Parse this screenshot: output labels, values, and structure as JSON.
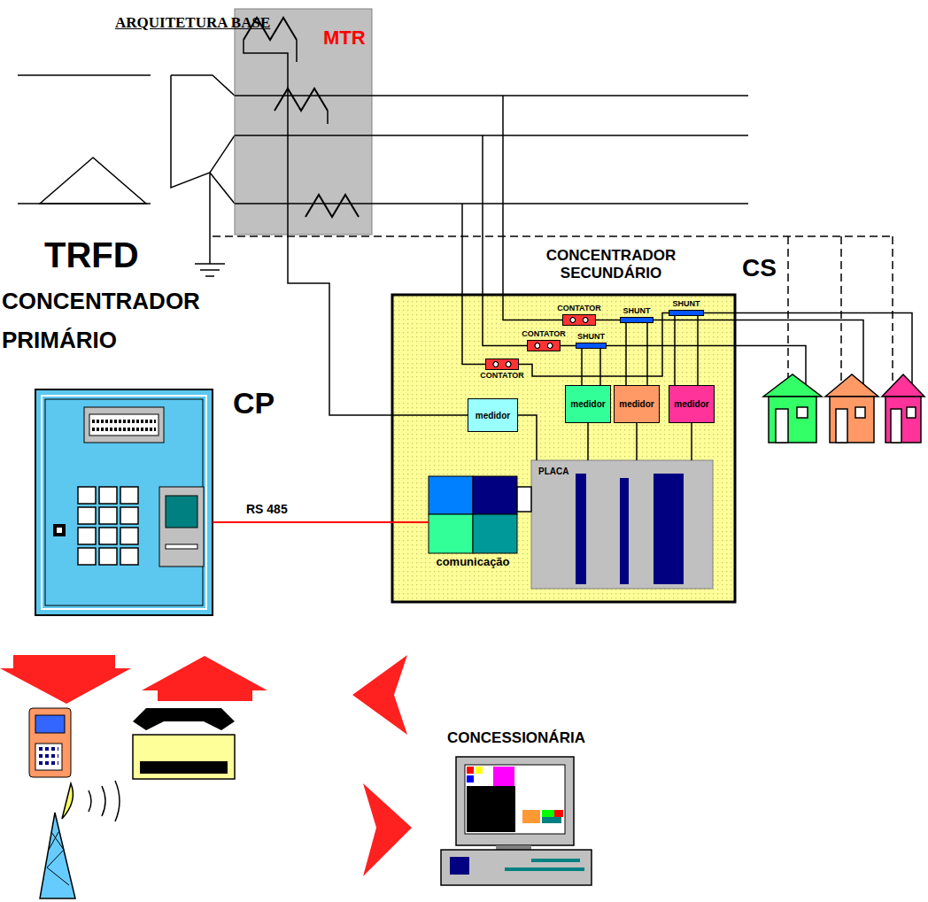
{
  "diagram": {
    "title": "ARQUITETURA BASE",
    "nodes": [
      {
        "text": [
          "MTR"
        ]
      },
      {
        "text": [
          "CONCENTRADOR PRIMÁRIO",
          "CP"
        ]
      },
      {
        "text": [
          "CONCENTRADOR SECUNDÁRIO",
          "CS"
        ]
      },
      {
        "text": [
          "CONTATOR"
        ],
        "in": 2
      },
      {
        "text": [
          "CONTATOR"
        ],
        "in": 2
      },
      {
        "text": [
          "CONTATOR"
        ],
        "in": 2
      },
      {
        "text": [
          "SHUNT"
        ],
        "in": 2
      },
      {
        "text": [
          "SHUNT"
        ],
        "in": 2
      },
      {
        "text": [
          "SHUNT"
        ],
        "in": 2
      },
      {
        "text": [
          "medidor"
        ],
        "in": 2
      },
      {
        "text": [
          "medidor"
        ],
        "in": 2
      },
      {
        "text": [
          "medidor"
        ],
        "in": 2
      },
      {
        "text": [
          "medidor"
        ],
        "in": 2
      },
      {
        "text": [
          "comunicação"
        ],
        "in": 2
      },
      {
        "text": [
          "PLACA"
        ],
        "in": 2
      },
      {
        "text": [
          "CONCESSIONÁRIA"
        ]
      }
    ],
    "edges": [
      {
        "from": 1,
        "to": 13,
        "arrow": "none",
        "label": "RS 485"
      },
      {
        "from": 0,
        "to": 9,
        "arrow": "none"
      },
      {
        "from": 9,
        "to": 14,
        "arrow": "none"
      },
      {
        "from": 6,
        "to": 12,
        "arrow": "none"
      },
      {
        "from": 7,
        "to": 11,
        "arrow": "none"
      },
      {
        "from": 8,
        "to": 10,
        "arrow": "none"
      },
      {
        "from": 10,
        "to": 14,
        "arrow": "none"
      },
      {
        "from": 11,
        "to": 14,
        "arrow": "none"
      },
      {
        "from": 12,
        "to": 14,
        "arrow": "none"
      },
      {
        "from": 3,
        "to": 7,
        "arrow": "none"
      },
      {
        "from": 4,
        "to": 8,
        "arrow": "none"
      },
      {
        "from": 5,
        "to": 6,
        "arrow": "none"
      },
      {
        "from": 13,
        "to": 14,
        "arrow": "none"
      }
    ],
    "labels": [
      "TRFD"
    ]
  }
}
